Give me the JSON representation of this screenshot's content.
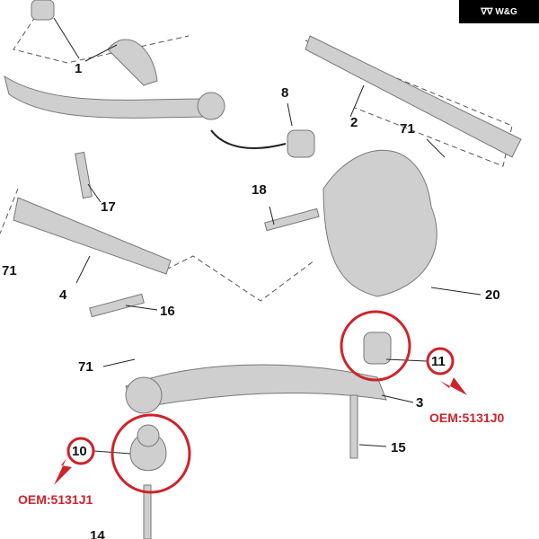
{
  "logo": "∇∇ W&G",
  "labels": {
    "l1": "1",
    "l2": "2",
    "l8": "8",
    "l71a": "71",
    "l17": "17",
    "l18": "18",
    "l71b": "71",
    "l4": "4",
    "l16": "16",
    "l20": "20",
    "l71c": "71",
    "l11": "11",
    "l3": "3",
    "l10": "10",
    "l15": "15",
    "l14": "14"
  },
  "oem": {
    "right": "OEM:5131J0",
    "left": "OEM:5131J1"
  },
  "colors": {
    "highlight": "#d0222a",
    "part": "#c8c8c8"
  }
}
